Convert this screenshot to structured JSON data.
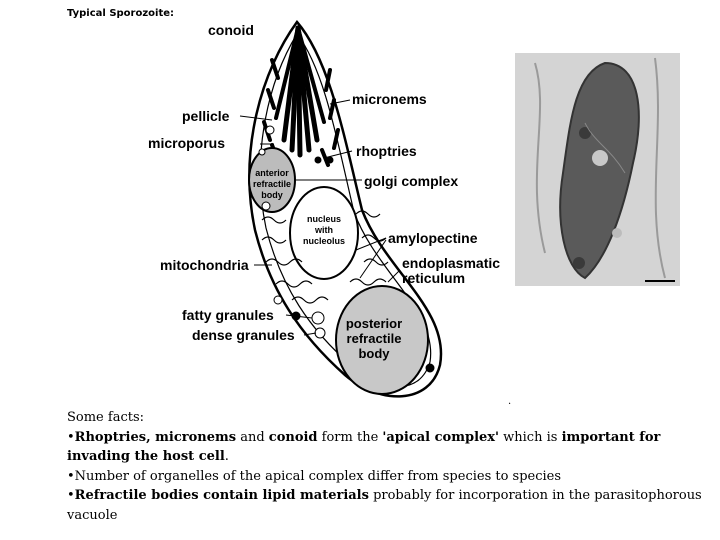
{
  "title": "Typical Sporozoite:",
  "labels": {
    "conoid": "conoid",
    "pellicle": "pellicle",
    "microporus": "microporus",
    "micronems": "micronems",
    "rhoptries": "rhoptries",
    "golgi": "golgi complex",
    "amylopectine": "amylopectine",
    "er1": "endoplasmatic",
    "er2": "reticulum",
    "mitochondria": "mitochondria",
    "fatty": "fatty granules",
    "dense": "dense granules",
    "anterior1": "anterior",
    "anterior2": "refractile",
    "anterior3": "body",
    "nucleus1": "nucleus",
    "nucleus2": "with",
    "nucleus3": "nucleolus",
    "posterior1": "posterior",
    "posterior2": "refractile",
    "posterior3": "body"
  },
  "facts": {
    "heading": "Some facts:",
    "line1_b1": "Rhoptries, micronems",
    "line1_t1": " and ",
    "line1_b2": "conoid",
    "line1_t2": " form the ",
    "line1_b3": "'apical complex'",
    "line1_t3": " which is ",
    "line1_b4": "important for invading the host cell",
    "line1_t4": ".",
    "line2": "Number of organelles of the apical complex differ from species to species",
    "line3_b1": "Refractile bodies contain lipid materials",
    "line3_t1": " probably for incorporation in the parasitophorous vacuole"
  }
}
